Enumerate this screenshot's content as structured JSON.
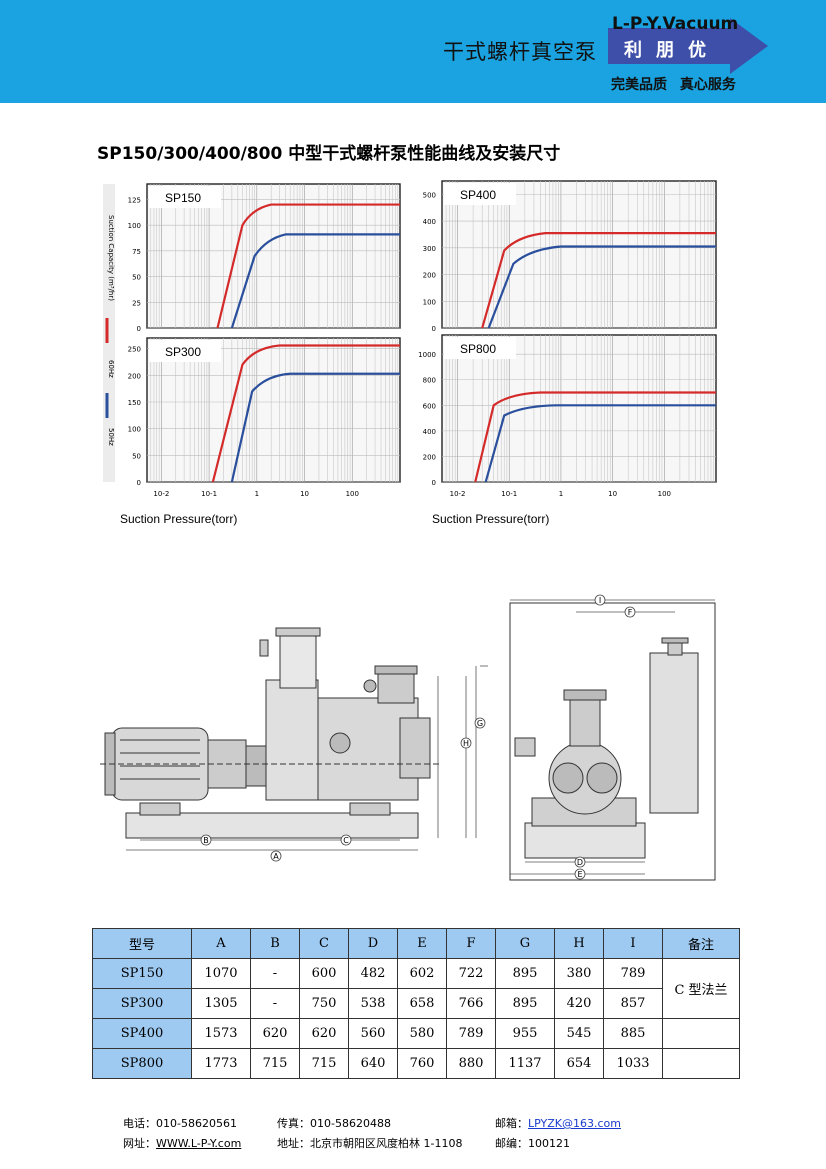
{
  "header": {
    "title": "干式螺杆真空泵",
    "brand": "L-P-Y.Vacuum",
    "brand_cn": "利朋优",
    "slogan": "完美品质 真心服务",
    "bg_color": "#1aa3e0",
    "arrow_color": "#3d4fa8"
  },
  "page_title": "SP150/300/400/800 中型干式螺杆泵性能曲线及安装尺寸",
  "chart_data": [
    {
      "type": "line",
      "label": "SP150",
      "x_scale": "log",
      "xlim": [
        0.005,
        1000
      ],
      "ylim": [
        0,
        140
      ],
      "yticks": [
        "0",
        "25",
        "50",
        "75",
        "100",
        "125"
      ],
      "series": [
        {
          "name": "60Hz",
          "color": "#d42a2a",
          "x": [
            0.15,
            0.5,
            0.8,
            2,
            1000
          ],
          "y": [
            0,
            100,
            116,
            120,
            120
          ]
        },
        {
          "name": "50Hz",
          "color": "#2a4f9c",
          "x": [
            0.3,
            0.9,
            1.6,
            4,
            1000
          ],
          "y": [
            0,
            70,
            87,
            91,
            91
          ]
        }
      ]
    },
    {
      "type": "line",
      "label": "SP300",
      "x_scale": "log",
      "xlim": [
        0.005,
        1000
      ],
      "ylim": [
        0,
        270
      ],
      "yticks": [
        "0",
        "50",
        "100",
        "150",
        "200",
        "250"
      ],
      "xticks": [
        "10-2",
        "10-1",
        "1",
        "10",
        "100"
      ],
      "series": [
        {
          "name": "60Hz",
          "color": "#d42a2a",
          "x": [
            0.12,
            0.5,
            0.9,
            3,
            1000
          ],
          "y": [
            0,
            220,
            252,
            256,
            256
          ]
        },
        {
          "name": "50Hz",
          "color": "#2a4f9c",
          "x": [
            0.3,
            0.8,
            1.6,
            5,
            1000
          ],
          "y": [
            0,
            170,
            200,
            203,
            203
          ]
        }
      ]
    },
    {
      "type": "line",
      "label": "SP400",
      "x_scale": "log",
      "xlim": [
        0.005,
        1000
      ],
      "ylim": [
        0,
        550
      ],
      "yticks": [
        "0",
        "100",
        "200",
        "300",
        "400",
        "500"
      ],
      "series": [
        {
          "name": "60Hz",
          "color": "#d42a2a",
          "x": [
            0.03,
            0.08,
            0.15,
            0.5,
            1000
          ],
          "y": [
            0,
            290,
            345,
            355,
            355
          ]
        },
        {
          "name": "50Hz",
          "color": "#2a4f9c",
          "x": [
            0.04,
            0.12,
            0.25,
            1,
            1000
          ],
          "y": [
            0,
            240,
            295,
            305,
            305
          ]
        }
      ]
    },
    {
      "type": "line",
      "label": "SP800",
      "x_scale": "log",
      "xlim": [
        0.005,
        1000
      ],
      "ylim": [
        0,
        1150
      ],
      "yticks": [
        "0",
        "200",
        "400",
        "600",
        "800",
        "1000"
      ],
      "xticks": [
        "10-2",
        "10-1",
        "1",
        "10",
        "100"
      ],
      "series": [
        {
          "name": "60Hz",
          "color": "#d42a2a",
          "x": [
            0.022,
            0.05,
            0.1,
            0.4,
            1000
          ],
          "y": [
            0,
            600,
            690,
            700,
            700
          ]
        },
        {
          "name": "50Hz",
          "color": "#2a4f9c",
          "x": [
            0.035,
            0.08,
            0.18,
            0.8,
            1000
          ],
          "y": [
            0,
            520,
            595,
            600,
            600
          ]
        }
      ]
    }
  ],
  "axis": {
    "ylabel": "Suction Capacity (m³/hr)",
    "xlabel": "Suction Pressure(torr)",
    "legend_60": "60Hz",
    "legend_50": "50Hz"
  },
  "drawing_labels": [
    "A",
    "B",
    "C",
    "D",
    "E",
    "F",
    "G",
    "H",
    "I"
  ],
  "table": {
    "headers": [
      "型号",
      "A",
      "B",
      "C",
      "D",
      "E",
      "F",
      "G",
      "H",
      "I",
      "备注"
    ],
    "rows": [
      [
        "SP150",
        "1070",
        "-",
        "600",
        "482",
        "602",
        "722",
        "895",
        "380",
        "789"
      ],
      [
        "SP300",
        "1305",
        "-",
        "750",
        "538",
        "658",
        "766",
        "895",
        "420",
        "857"
      ],
      [
        "SP400",
        "1573",
        "620",
        "620",
        "560",
        "580",
        "789",
        "955",
        "545",
        "885"
      ],
      [
        "SP800",
        "1773",
        "715",
        "715",
        "640",
        "760",
        "880",
        "1137",
        "654",
        "1033"
      ]
    ],
    "note": "C 型法兰"
  },
  "footer": {
    "tel_label": "电话：",
    "tel": "010-58620561",
    "fax_label": "传真：",
    "fax": "010-58620488",
    "mail_label": "邮箱：",
    "mail": "LPYZK@163.com",
    "web_label": "网址：",
    "web": "WWW.L-P-Y.com",
    "addr_label": "地址：",
    "addr": "北京市朝阳区风度柏林 1-1108",
    "zip_label": "邮编：",
    "zip": "100121"
  }
}
